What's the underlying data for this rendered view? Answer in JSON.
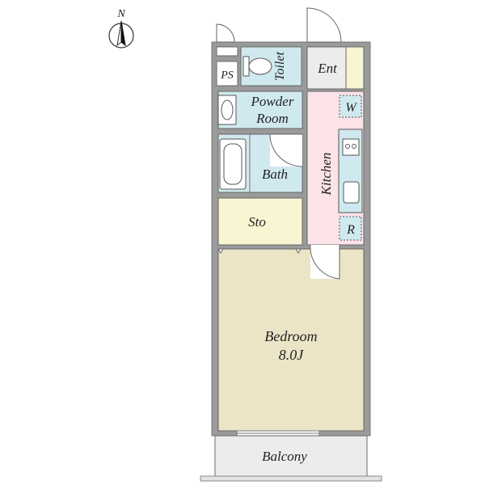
{
  "compass": {
    "north_label": "N"
  },
  "rooms": {
    "ps": "PS",
    "toilet": "Toilet",
    "entrance": "Ent",
    "powder_room_line1": "Powder",
    "powder_room_line2": "Room",
    "washer": "W",
    "bath": "Bath",
    "kitchen": "Kitchen",
    "refrigerator": "R",
    "storage": "Sto",
    "bedroom": "Bedroom",
    "bedroom_size": "8.0J",
    "balcony": "Balcony"
  },
  "colors": {
    "wall": "#9a9a9a",
    "wet_area": "#cfe9ef",
    "kitchen": "#fbe3e8",
    "storage": "#f8f6d2",
    "bedroom": "#ece4c7",
    "balcony": "#ececec",
    "entrance": "#ececec"
  }
}
